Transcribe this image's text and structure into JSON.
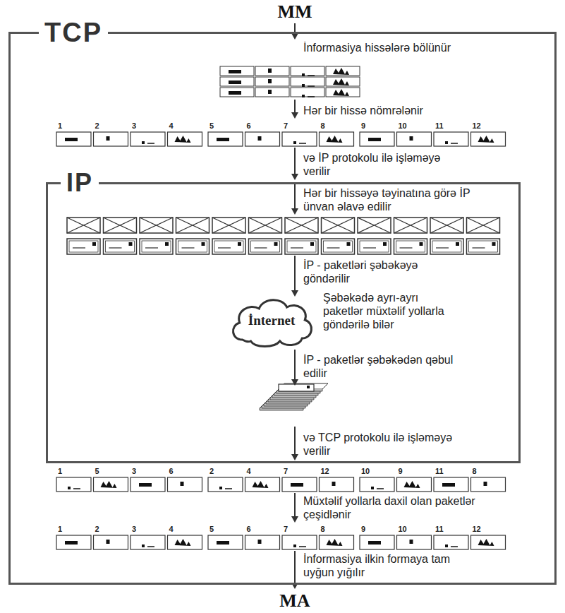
{
  "diagram": {
    "nodes": [
      {
        "text": [
          "TCP"
        ]
      },
      {
        "text": [
          "IP"
        ],
        "in": 0
      },
      {
        "text": [
          "İnternet"
        ],
        "in": 1
      }
    ],
    "labels": [
      "MM",
      "İnformasiya hissələrə bölünür",
      "Hər bir hissə nömrələnir",
      "1",
      "2",
      "3",
      "4",
      "5",
      "6",
      "7",
      "8",
      "9",
      "10",
      "11",
      "12",
      "və İP protokolu ilə işləməyə verilir",
      "Hər bir hissəyə təyinatına görə İP ünvan əlavə edilir",
      "İP - paketləri şəbəkəyə göndərilir",
      "Şəbəkədə ayrı-ayrı paketlər müxtəlif yollarla göndərilə bilər",
      "İP - paketlər şəbəkədən qəbul edilir",
      "və TCP protokolu ilə işləməyə verilir",
      "1",
      "5",
      "3",
      "6",
      "2",
      "4",
      "7",
      "12",
      "10",
      "9",
      "11",
      "8",
      "Müxtəlif yollarla daxil olan paketlər çeşidlənir",
      "1",
      "2",
      "3",
      "4",
      "5",
      "6",
      "7",
      "8",
      "9",
      "10",
      "11",
      "12",
      "İnformasiya ilkin formaya tam uyğun yığılır",
      "MA"
    ]
  }
}
